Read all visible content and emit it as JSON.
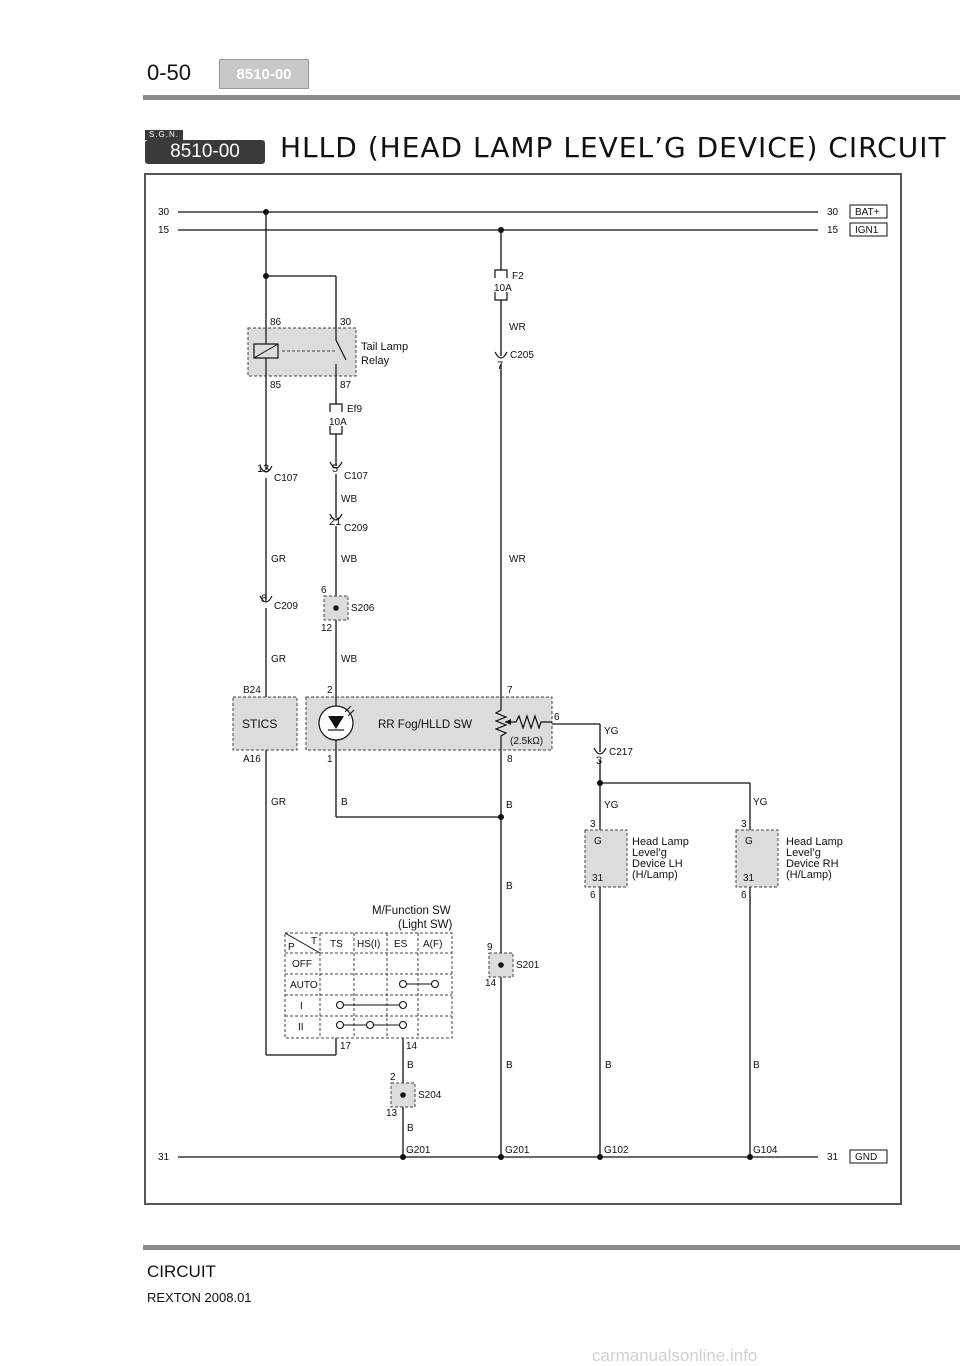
{
  "header": {
    "page_number": "0-50",
    "section_tag": "8510-00"
  },
  "title": {
    "badge_small": "S.G.N.",
    "badge": "8510-00",
    "text": "HLLD (HEAD LAMP LEVEL’G DEVICE) CIRCUIT"
  },
  "rails": {
    "l30": "30",
    "r30": "30",
    "bat": "BAT+",
    "l15": "15",
    "r15": "15",
    "ign": "IGN1",
    "l31": "31",
    "r31": "31",
    "gnd": "GND"
  },
  "relay": {
    "name": "Tail Lamp",
    "name2": "Relay",
    "p86": "86",
    "p30": "30",
    "p85": "85",
    "p87": "87"
  },
  "fuses": {
    "f2": "F2",
    "f2_amp": "10A",
    "ef9": "Ef9",
    "ef9_amp": "10A"
  },
  "wires": {
    "wr1": "WR",
    "wr2": "WR",
    "wb1": "WB",
    "wb2": "WB",
    "wb3": "WB",
    "gr1": "GR",
    "gr2": "GR",
    "gr3": "GR",
    "b_sw": "B",
    "b_m1": "B",
    "b_m2": "B",
    "b_m3": "B",
    "b_lh": "B",
    "b_rh": "B",
    "b_s204a": "B",
    "b_s204b": "B",
    "yg1": "YG",
    "yg2": "YG",
    "yg3": "YG"
  },
  "connectors": {
    "c205": "C205",
    "c205_pin": "7",
    "c107a": "C107",
    "c107a_pin": "13",
    "c107b": "C107",
    "c107b_pin": "5",
    "c209a": "C209",
    "c209a_pin": "21",
    "c209b": "C209",
    "c209b_pin": "8",
    "c217": "C217",
    "c217_pin": "3"
  },
  "splices": {
    "s206": "S206",
    "s206_top": "6",
    "s206_bot": "12",
    "s201": "S201",
    "s201_top": "9",
    "s201_bot": "14",
    "s204": "S204",
    "s204_top": "2",
    "s204_bot": "13"
  },
  "modules": {
    "stics": "STICS",
    "stics_b24": "B24",
    "stics_a16": "A16",
    "fog_sw": "RR Fog/HLLD SW",
    "pin2": "2",
    "pin1": "1",
    "pin7": "7",
    "pin8": "8",
    "pin6": "6",
    "resistance": "(2.5kΩ)",
    "lh_l1": "Head Lamp",
    "lh_l2": "Level’g",
    "lh_l3": "Device LH",
    "lh_l4": "(H/Lamp)",
    "lh_pin3": "3",
    "lh_g": "G",
    "lh_31": "31",
    "lh_pin6": "6",
    "rh_l1": "Head Lamp",
    "rh_l2": "Level’g",
    "rh_l3": "Device RH",
    "rh_l4": "(H/Lamp)",
    "rh_pin3": "3",
    "rh_g": "G",
    "rh_31": "31",
    "rh_pin6": "6"
  },
  "mswitch": {
    "title1": "M/Function SW",
    "title2": "(Light SW)",
    "corner_p": "P",
    "corner_t": "T",
    "columns": [
      "TS",
      "HS(I)",
      "ES",
      "A(F)"
    ],
    "rows": [
      "OFF",
      "AUTO",
      "I",
      "II"
    ],
    "pin17": "17",
    "pin14": "14"
  },
  "grounds": {
    "g201a": "G201",
    "g201b": "G201",
    "g102": "G102",
    "g104": "G104"
  },
  "footer": {
    "section": "CIRCUIT",
    "model": "REXTON 2008.01"
  },
  "watermark": "carmanualsonline.info"
}
